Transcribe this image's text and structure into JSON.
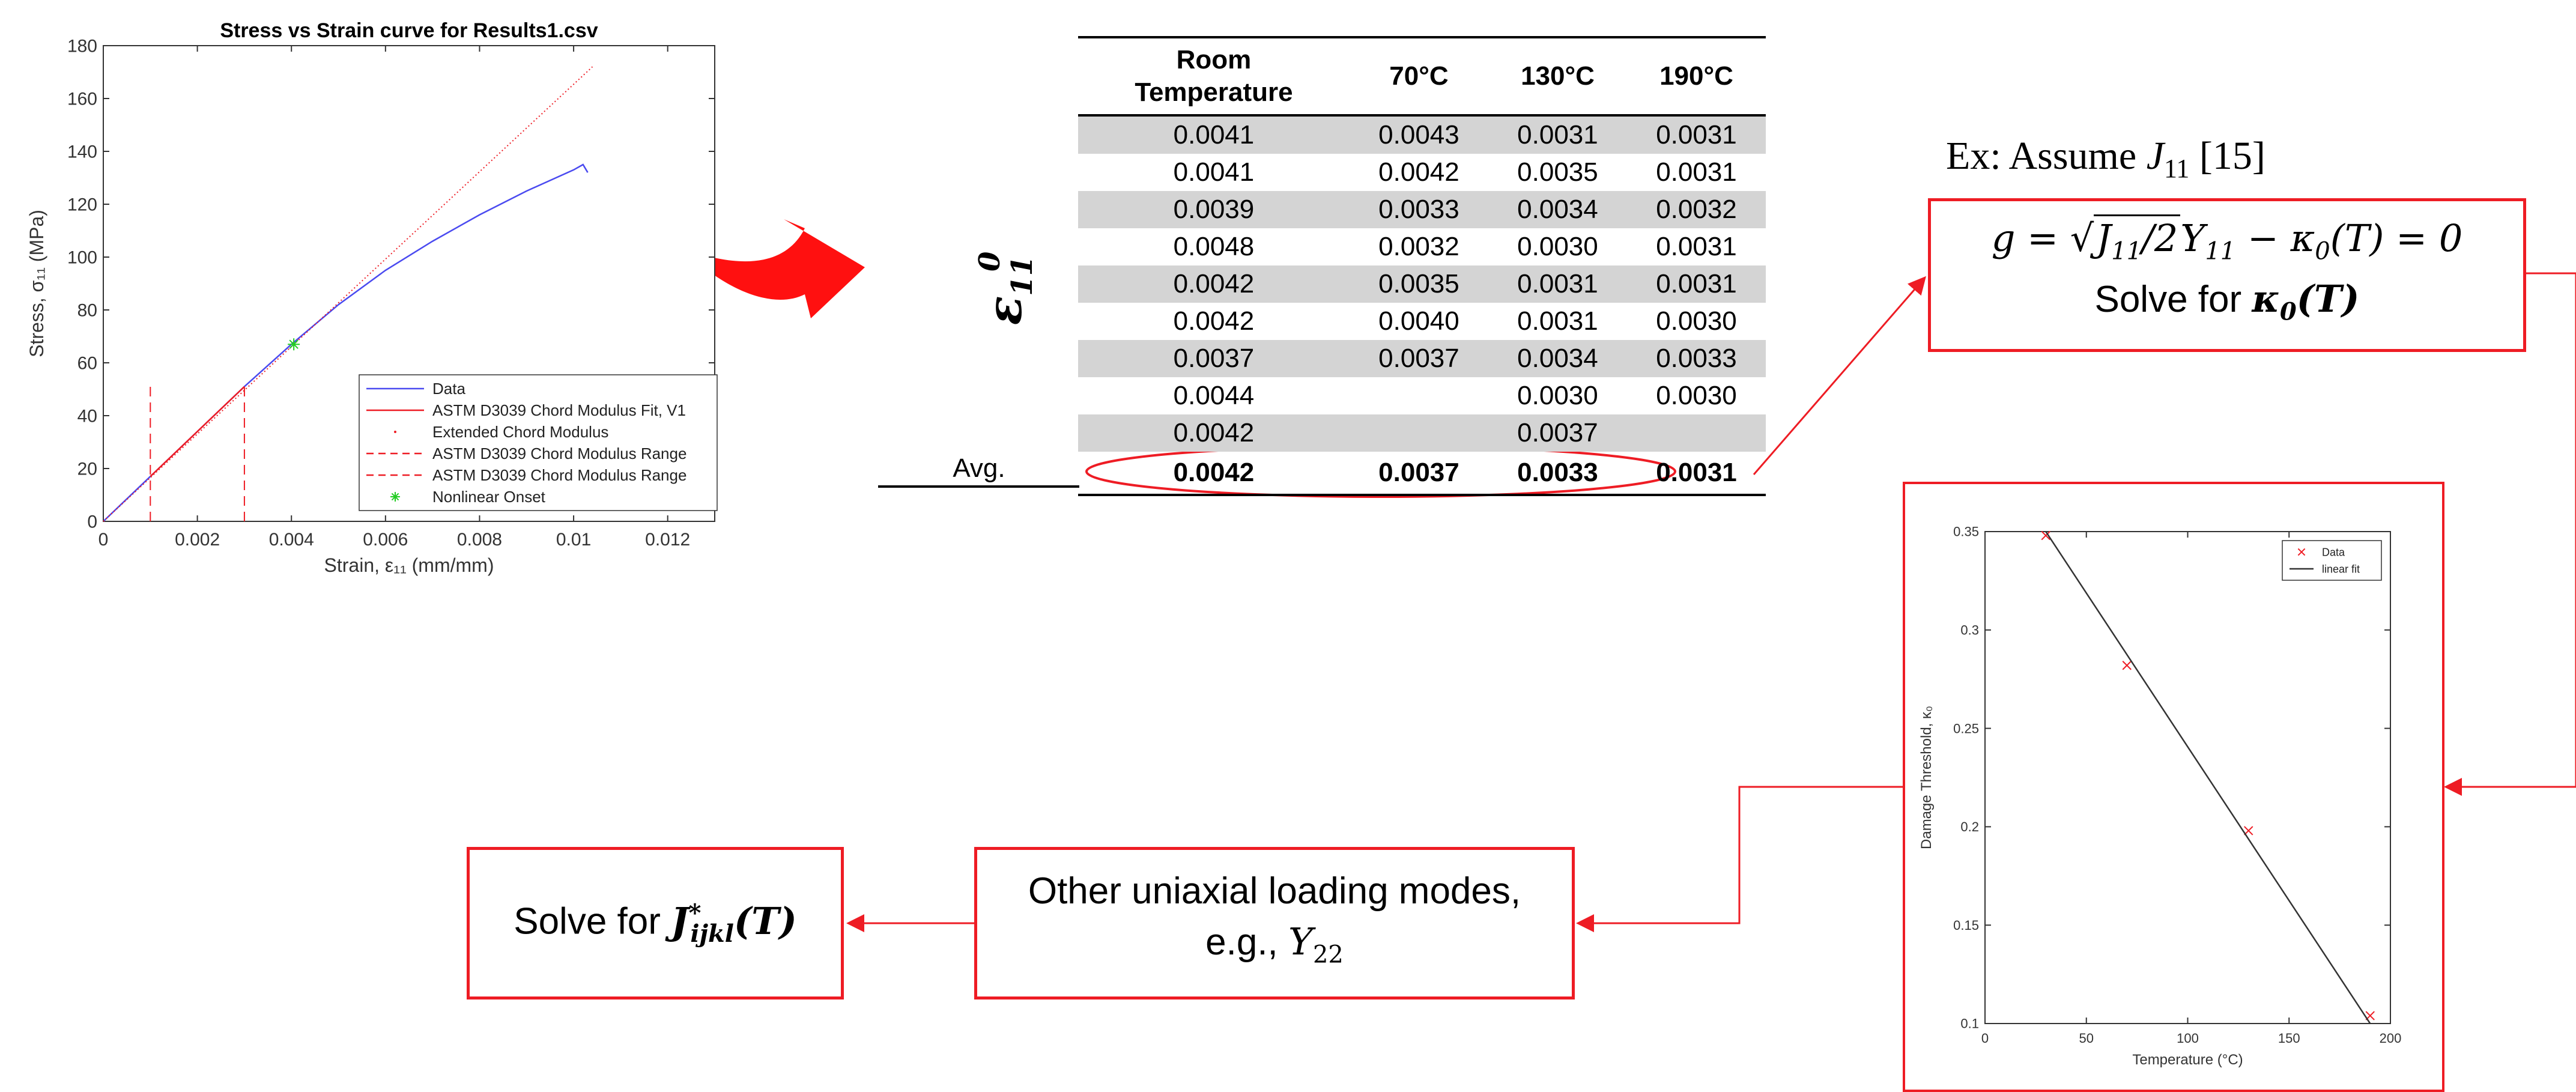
{
  "chart_data": [
    {
      "type": "line",
      "title": "Stress vs Strain curve for Results1.csv",
      "xlabel": "Strain, ε₁₁ (mm/mm)",
      "ylabel": "Stress, σ₁₁ (MPa)",
      "xlim": [
        0,
        0.013
      ],
      "ylim": [
        0,
        180
      ],
      "xticks": [
        0,
        0.002,
        0.004,
        0.006,
        0.008,
        0.01,
        0.012
      ],
      "xtick_labels": [
        "0",
        "0.002",
        "0.004",
        "0.006",
        "0.008",
        "0.01",
        "0.012"
      ],
      "yticks": [
        0,
        20,
        40,
        60,
        80,
        100,
        120,
        140,
        160,
        180
      ],
      "ytick_labels": [
        "0",
        "20",
        "40",
        "60",
        "80",
        "100",
        "120",
        "140",
        "160",
        "180"
      ],
      "grid": false,
      "legend": "bottom-right",
      "series": [
        {
          "name": "Data",
          "color": "#4a4af0",
          "style": "solid",
          "x": [
            0,
            0.001,
            0.002,
            0.003,
            0.004,
            0.005,
            0.006,
            0.007,
            0.008,
            0.009,
            0.01,
            0.0102,
            0.0103
          ],
          "y": [
            0,
            17,
            34,
            51,
            67,
            82,
            95,
            106,
            116,
            125,
            133,
            135,
            132
          ]
        },
        {
          "name": "ASTM D3039 Chord Modulus Fit, V1",
          "color": "#ee1c24",
          "style": "solid",
          "x": [
            0.001,
            0.003
          ],
          "y": [
            17,
            51
          ]
        },
        {
          "name": "Extended Chord Modulus",
          "color": "#ee1c24",
          "style": "dotted",
          "x": [
            0,
            0.0104
          ],
          "y": [
            0,
            172
          ]
        },
        {
          "name": "ASTM D3039 Chord Modulus Range",
          "color": "#ee1c24",
          "style": "dashed",
          "x": [
            0.001,
            0.001
          ],
          "y": [
            0,
            52
          ]
        },
        {
          "name": "ASTM D3039 Chord Modulus Range",
          "color": "#ee1c24",
          "style": "dashed",
          "x": [
            0.003,
            0.003
          ],
          "y": [
            0,
            52
          ]
        },
        {
          "name": "Nonlinear Onset",
          "color": "#22cc22",
          "style": "marker",
          "x": [
            0.00405
          ],
          "y": [
            67
          ]
        }
      ]
    },
    {
      "type": "scatter",
      "title": "",
      "xlabel": "Temperature (°C)",
      "ylabel": "Damage Threshold, κ₀",
      "xlim": [
        0,
        200
      ],
      "ylim": [
        0.1,
        0.35
      ],
      "xticks": [
        0,
        50,
        100,
        150,
        200
      ],
      "xtick_labels": [
        "0",
        "50",
        "100",
        "150",
        "200"
      ],
      "yticks": [
        0.1,
        0.15,
        0.2,
        0.25,
        0.3,
        0.35
      ],
      "ytick_labels": [
        "0.1",
        "0.15",
        "0.2",
        "0.25",
        "0.3",
        "0.35"
      ],
      "grid": false,
      "legend": "top-right",
      "series": [
        {
          "name": "Data",
          "color": "#ee1c24",
          "style": "marker",
          "x": [
            30,
            70,
            130,
            190
          ],
          "y": [
            0.348,
            0.282,
            0.198,
            0.104
          ]
        },
        {
          "name": "linear fit",
          "color": "#333333",
          "style": "solid",
          "x": [
            30,
            190
          ],
          "y": [
            0.35,
            0.1
          ]
        }
      ]
    }
  ],
  "table": {
    "headers": [
      "Room Temperature",
      "70°C",
      "130°C",
      "190°C"
    ],
    "header_lines": [
      [
        "Room",
        "Temperature"
      ],
      [
        "70°C"
      ],
      [
        "130°C"
      ],
      [
        "190°C"
      ]
    ],
    "rows": [
      [
        "0.0041",
        "0.0043",
        "0.0031",
        "0.0031"
      ],
      [
        "0.0041",
        "0.0042",
        "0.0035",
        "0.0031"
      ],
      [
        "0.0039",
        "0.0033",
        "0.0034",
        "0.0032"
      ],
      [
        "0.0048",
        "0.0032",
        "0.0030",
        "0.0031"
      ],
      [
        "0.0042",
        "0.0035",
        "0.0031",
        "0.0031"
      ],
      [
        "0.0042",
        "0.0040",
        "0.0031",
        "0.0030"
      ],
      [
        "0.0037",
        "0.0037",
        "0.0034",
        "0.0033"
      ],
      [
        "0.0044",
        "",
        "0.0030",
        "0.0030"
      ],
      [
        "0.0042",
        "",
        "0.0037",
        ""
      ]
    ],
    "avg_label": "Avg.",
    "avg": [
      "0.0042",
      "0.0037",
      "0.0033",
      "0.0031"
    ],
    "row_label": {
      "symbol": "ε",
      "sub": "11",
      "sup": "0"
    }
  },
  "example": {
    "prefix": "Ex: Assume ",
    "var": "J",
    "sub": "11",
    "ref": " [15]"
  },
  "equation_box": {
    "solve_prefix": "Solve for "
  },
  "modes_box": {
    "line1": "Other uniaxial loading modes,",
    "line2_prefix": "e.g., ",
    "var": "Y",
    "sub": "22"
  },
  "solve_j_box": {
    "prefix": "Solve for "
  },
  "colors": {
    "accent": "#ee1c24",
    "data_line": "#4a4af0",
    "onset": "#22cc22",
    "table_stripe": "#d4d4d4"
  }
}
